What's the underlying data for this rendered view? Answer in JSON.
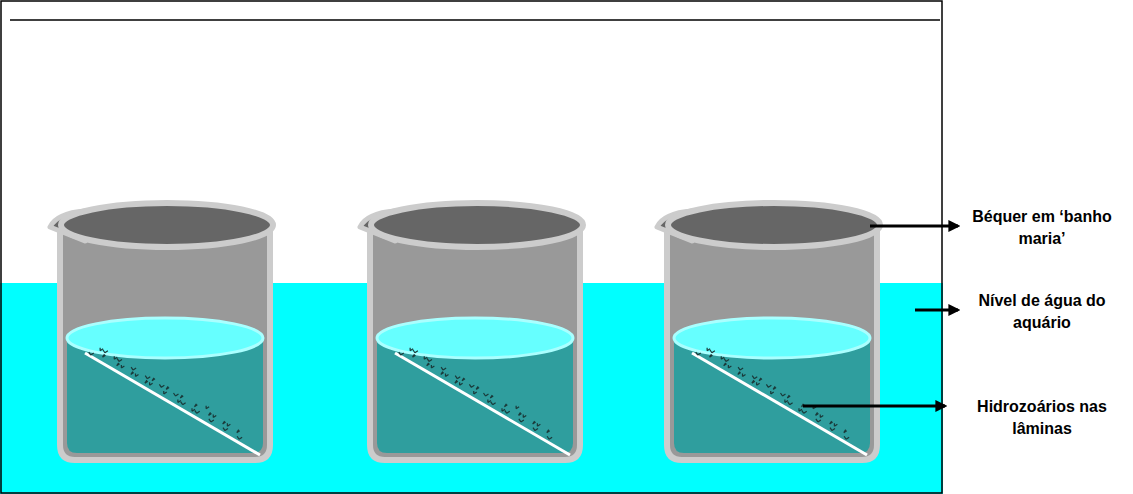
{
  "diagram": {
    "labels": [
      "Béquer em ‘banho maria’",
      "Nível de água do aquário",
      "Hidrozoários nas lâminas"
    ]
  }
}
